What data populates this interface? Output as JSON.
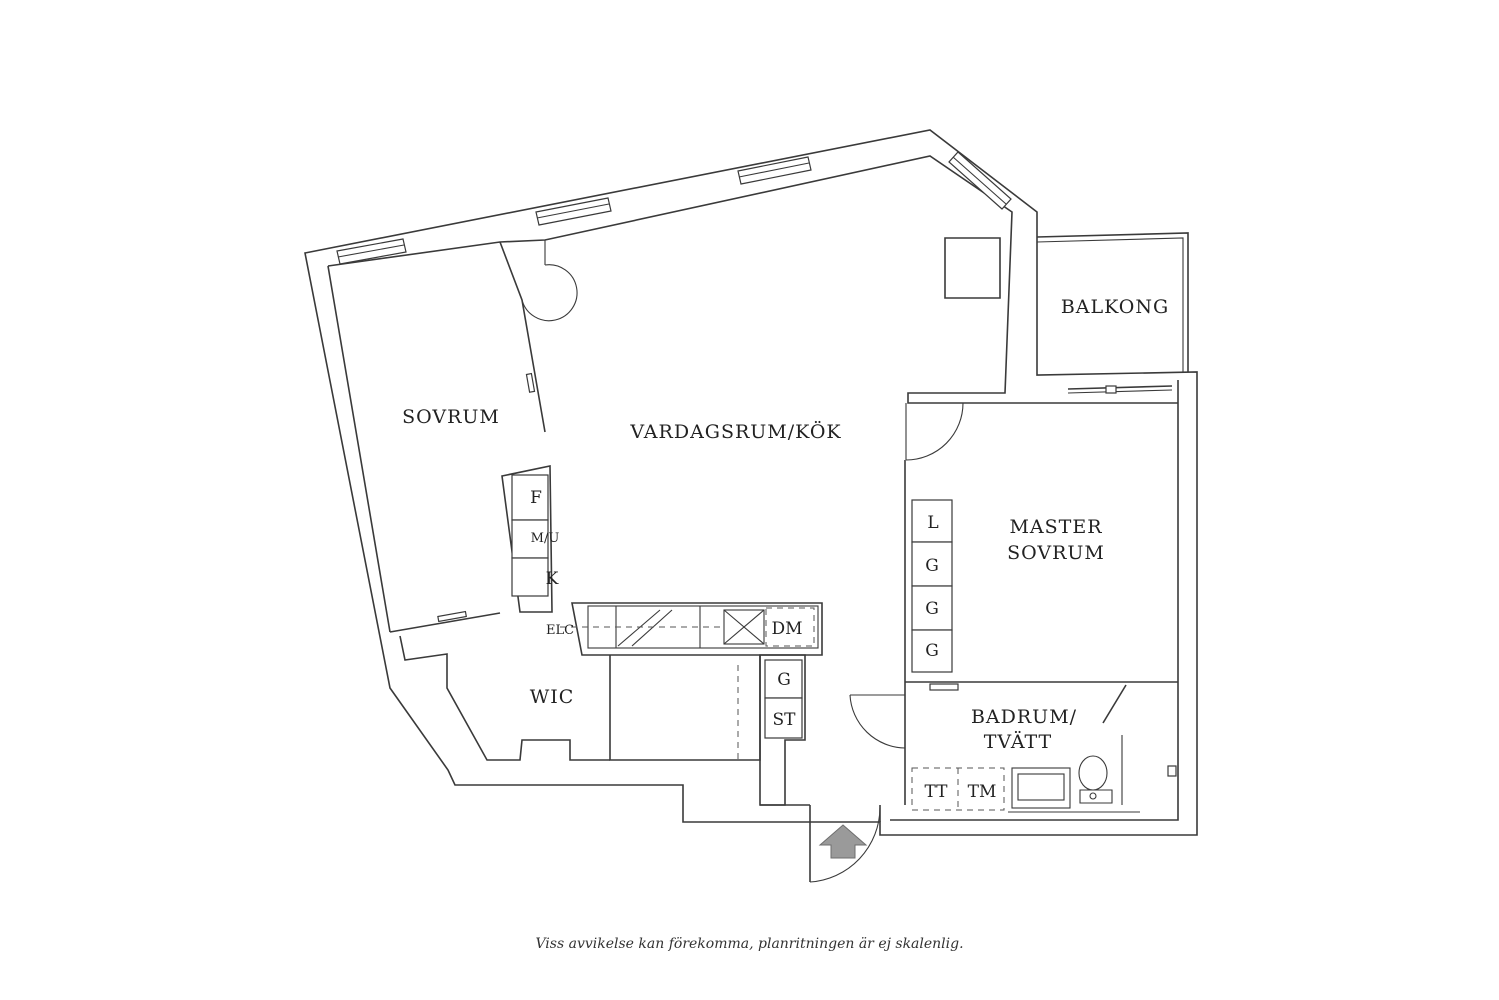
{
  "rooms": {
    "sovrum": "SOVRUM",
    "vardagsrum": "VARDAGSRUM/KÖK",
    "balkong": "BALKONG",
    "master_line1": "MASTER",
    "master_line2": "SOVRUM",
    "wic": "WIC",
    "badrum_line1": "BADRUM/",
    "badrum_line2": "TVÄTT"
  },
  "fixtures": {
    "f": "F",
    "mu": "M/U",
    "k": "K",
    "elc": "ELC",
    "dm": "DM",
    "g_hall": "G",
    "st": "ST",
    "l": "L",
    "g1": "G",
    "g2": "G",
    "g3": "G",
    "tt": "TT",
    "tm": "TM"
  },
  "disclaimer": "Viss avvikelse kan förekomma, planritningen är ej skalenlig.",
  "icons": {
    "entrance": "entrance-arrow-icon"
  },
  "colors": {
    "line": "#3a3a3a",
    "arrow": "#9a9a9a"
  }
}
